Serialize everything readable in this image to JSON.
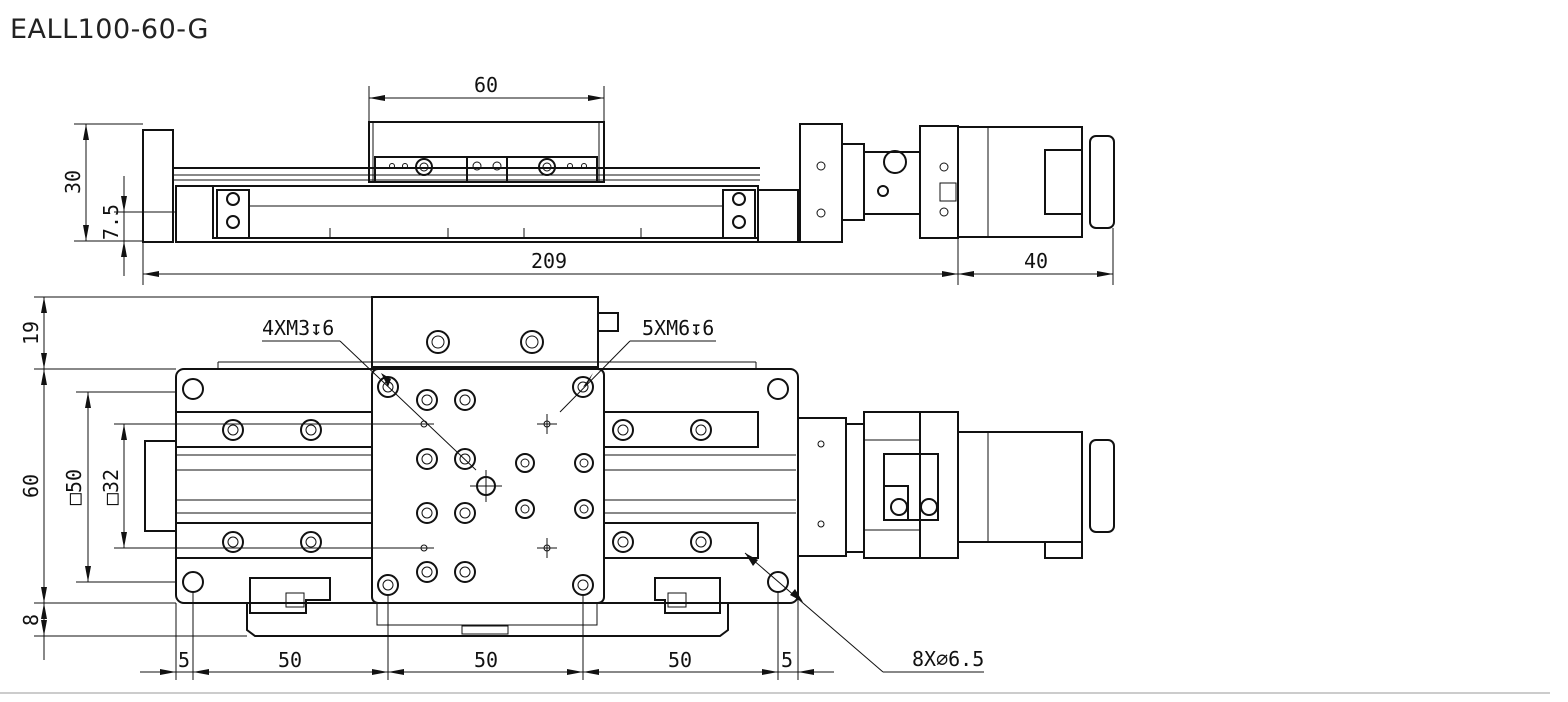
{
  "title": "EALL100-60-G",
  "dimensions": {
    "top_width": "60",
    "height": "30",
    "base_height": "7.5",
    "length": "209",
    "motor_length": "40",
    "offset_top": "19",
    "plate_width": "60",
    "sq_outer": "□50",
    "sq_inner": "□32",
    "offset_bottom": "8",
    "pitch_edge_left": "5",
    "pitch_1": "50",
    "pitch_2": "50",
    "pitch_3": "50",
    "pitch_edge_right": "5"
  },
  "callouts": {
    "small_holes": "4XM3↧6",
    "large_holes": "5XM6↧6",
    "mount_holes": "8X⌀6.5"
  },
  "colors": {
    "line": "#111111",
    "background": "#ffffff",
    "separator": "#999999"
  }
}
